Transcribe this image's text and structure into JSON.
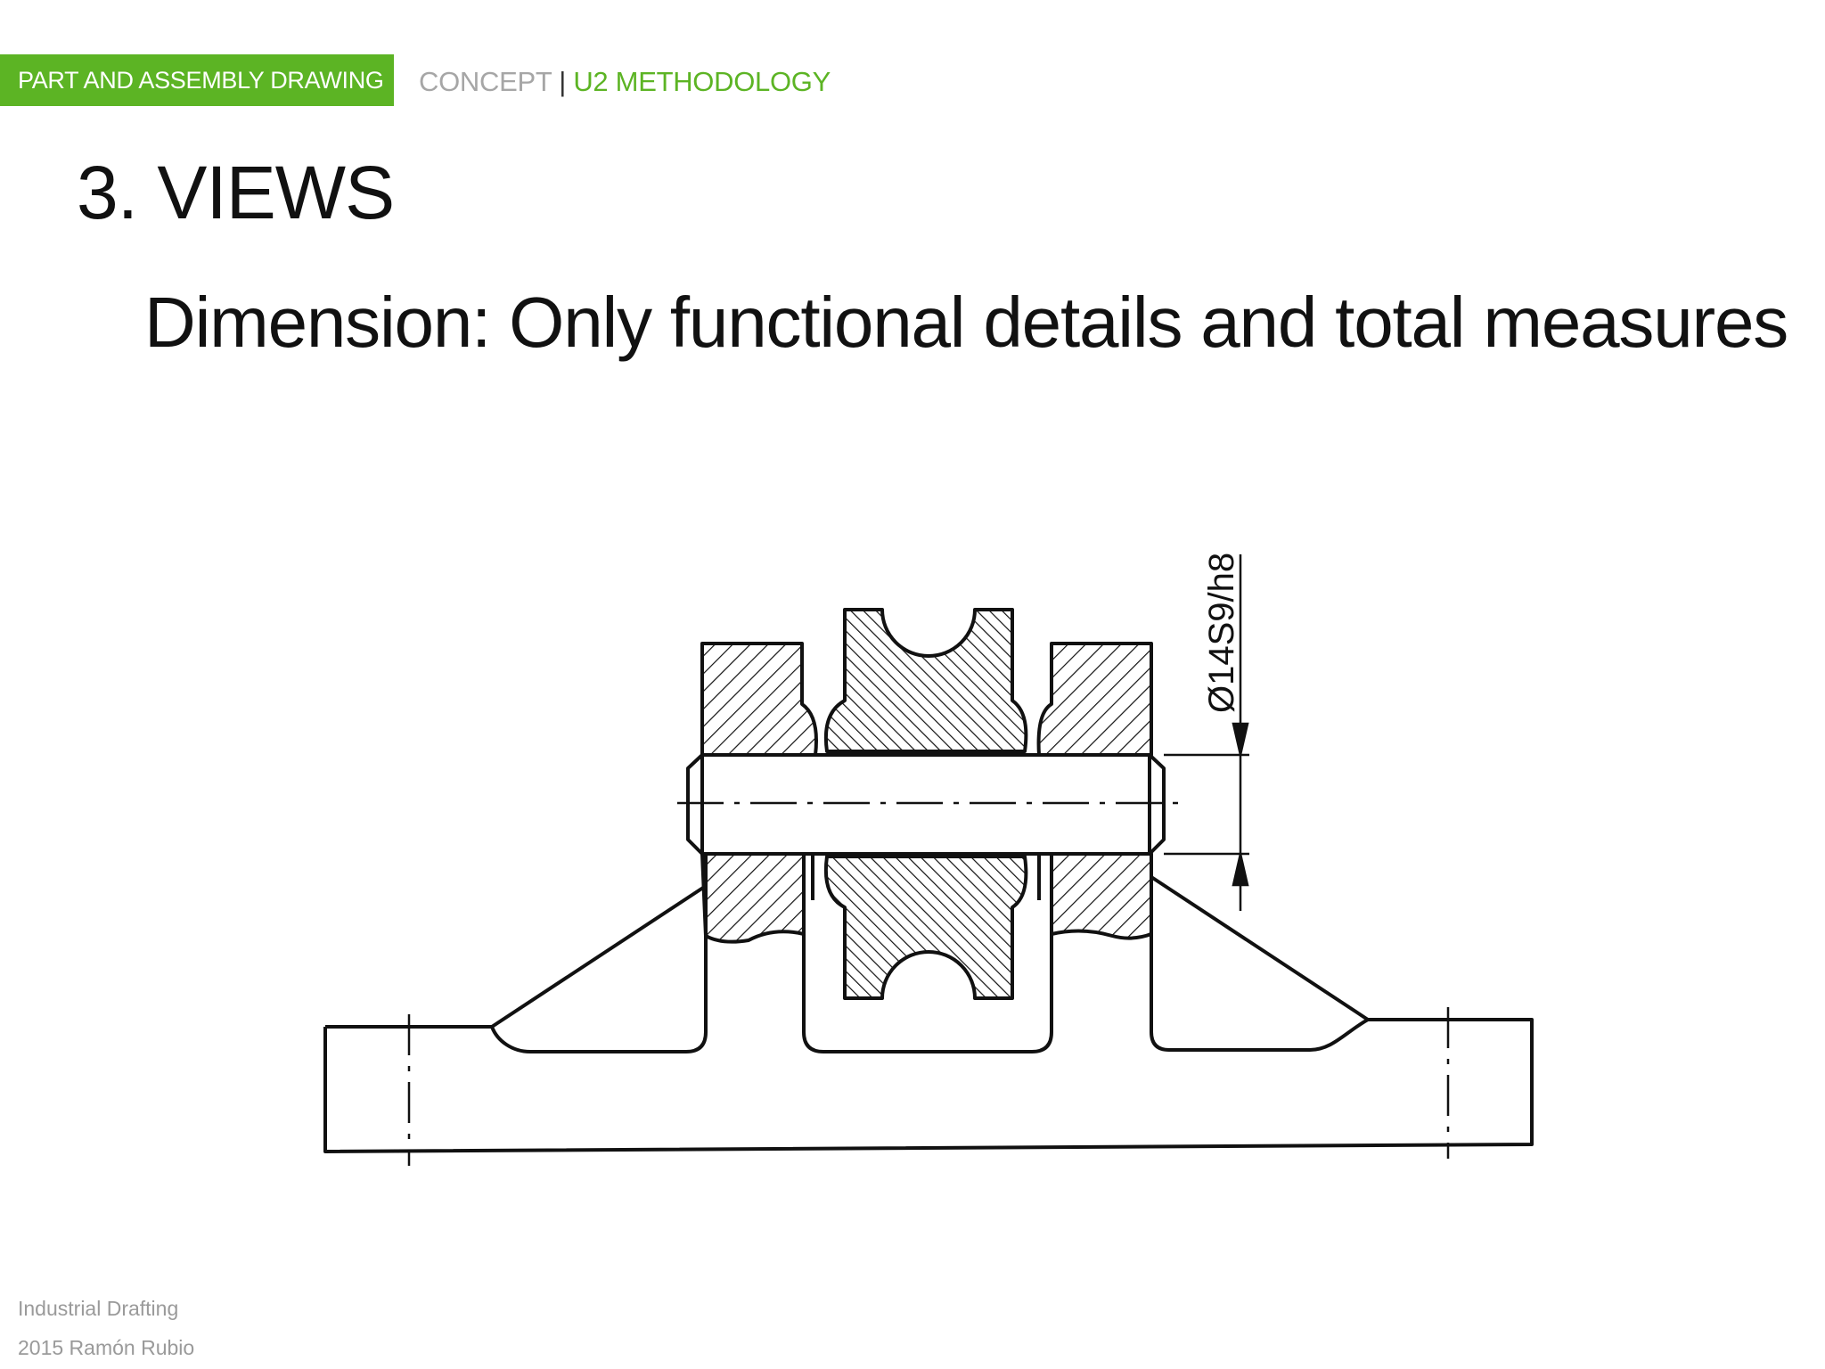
{
  "header": {
    "section_tag": "PART AND ASSEMBLY DRAWING",
    "breadcrumb_concept": "CONCEPT",
    "breadcrumb_separator": "|",
    "breadcrumb_methodology": "U2 METHODOLOGY"
  },
  "slide": {
    "title": "3. VIEWS",
    "subtitle": "Dimension: Only functional details and total measures"
  },
  "drawing": {
    "dimension_label": "Ø14S9/h8"
  },
  "footer": {
    "course": "Industrial Drafting",
    "author": "2015 Ramón Rubio"
  },
  "colors": {
    "accent_green": "#5cb424",
    "breadcrumb_gray": "#a6a6a6",
    "footer_gray": "#9a9a9a",
    "line_black": "#111111"
  }
}
